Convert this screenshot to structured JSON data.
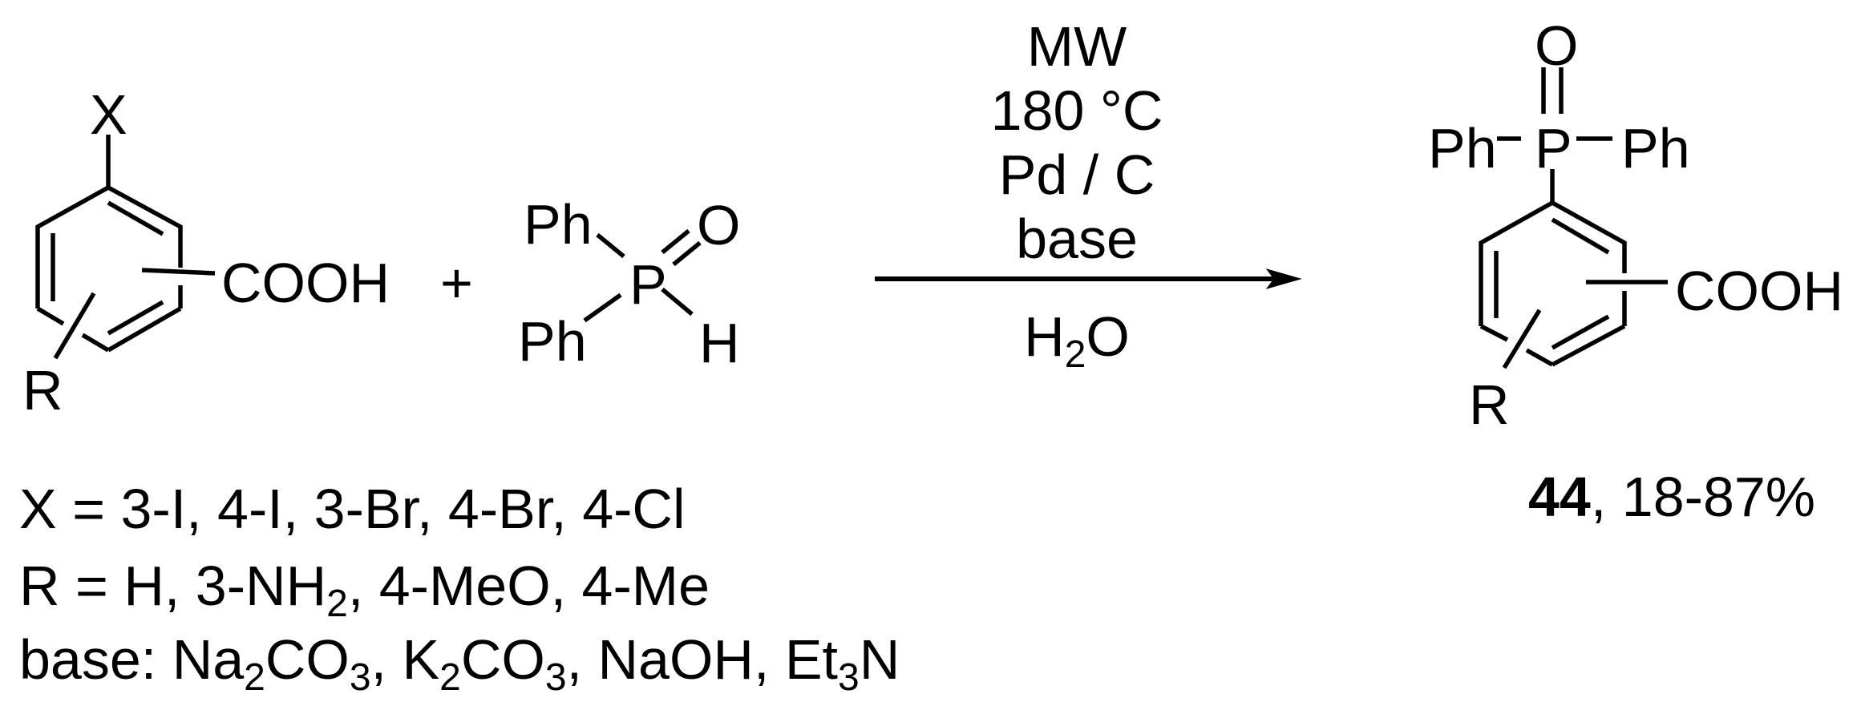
{
  "scheme": {
    "reactant1": {
      "substituent_top": "X",
      "substituent_right": "COOH",
      "substituent_ring": "R"
    },
    "plus": "+",
    "reactant2": {
      "ph_top": "Ph",
      "ph_bottom": "Ph",
      "p": "P",
      "o": "O",
      "h": "H"
    },
    "conditions": {
      "above": [
        "MW",
        "180 °C",
        "Pd / C",
        "base"
      ],
      "below": {
        "main": "H",
        "sub": "2",
        "tail": "O"
      }
    },
    "product": {
      "o": "O",
      "ph_left": "Ph",
      "p": "P",
      "ph_right": "Ph",
      "substituent_right": "COOH",
      "substituent_ring": "R",
      "compound_number": "44",
      "yield": ", 18-87%"
    },
    "legend": {
      "x_line": "X = 3-I, 4-I, 3-Br, 4-Br, 4-Cl",
      "r_line": {
        "pre": "R = H, 3-NH",
        "sub": "2",
        "post": ", 4-MeO, 4-Me"
      },
      "base_line": {
        "p1": "base: Na",
        "s1": "2",
        "p2": "CO",
        "s2": "3",
        "p3": ", K",
        "s3": "2",
        "p4": "CO",
        "s4": "3",
        "p5": ", NaOH, Et",
        "s5": "3",
        "p6": "N"
      }
    }
  }
}
